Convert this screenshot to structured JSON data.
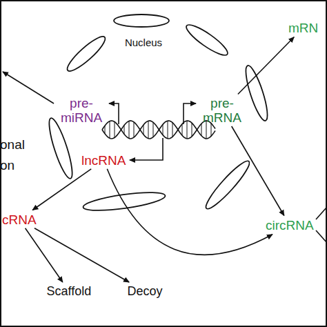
{
  "diagram": {
    "nodes": [
      {
        "text": [
          "Nucleus"
        ]
      },
      {
        "text": [
          "mRN"
        ]
      },
      {
        "text": [
          "pre-miRNA"
        ],
        "in": 0
      },
      {
        "text": [
          "pre-mRNA"
        ],
        "in": 0
      },
      {
        "text": [
          "lncRNA"
        ],
        "in": 0
      },
      {
        "text": [
          "cRNA"
        ]
      },
      {
        "text": [
          "circRNA"
        ]
      },
      {
        "text": [
          "Scaffold"
        ]
      },
      {
        "text": [
          "Decoy"
        ]
      }
    ],
    "edges": [
      {
        "from": 3,
        "to": 1,
        "arrow": "to"
      },
      {
        "from": 3,
        "to": 6,
        "arrow": "to"
      },
      {
        "from": 4,
        "to": 5,
        "arrow": "to"
      },
      {
        "from": 4,
        "to": 6,
        "arrow": "to"
      },
      {
        "from": 5,
        "to": 7,
        "arrow": "to"
      },
      {
        "from": 5,
        "to": 8,
        "arrow": "to"
      }
    ],
    "labels": [
      "onal",
      "on"
    ]
  }
}
